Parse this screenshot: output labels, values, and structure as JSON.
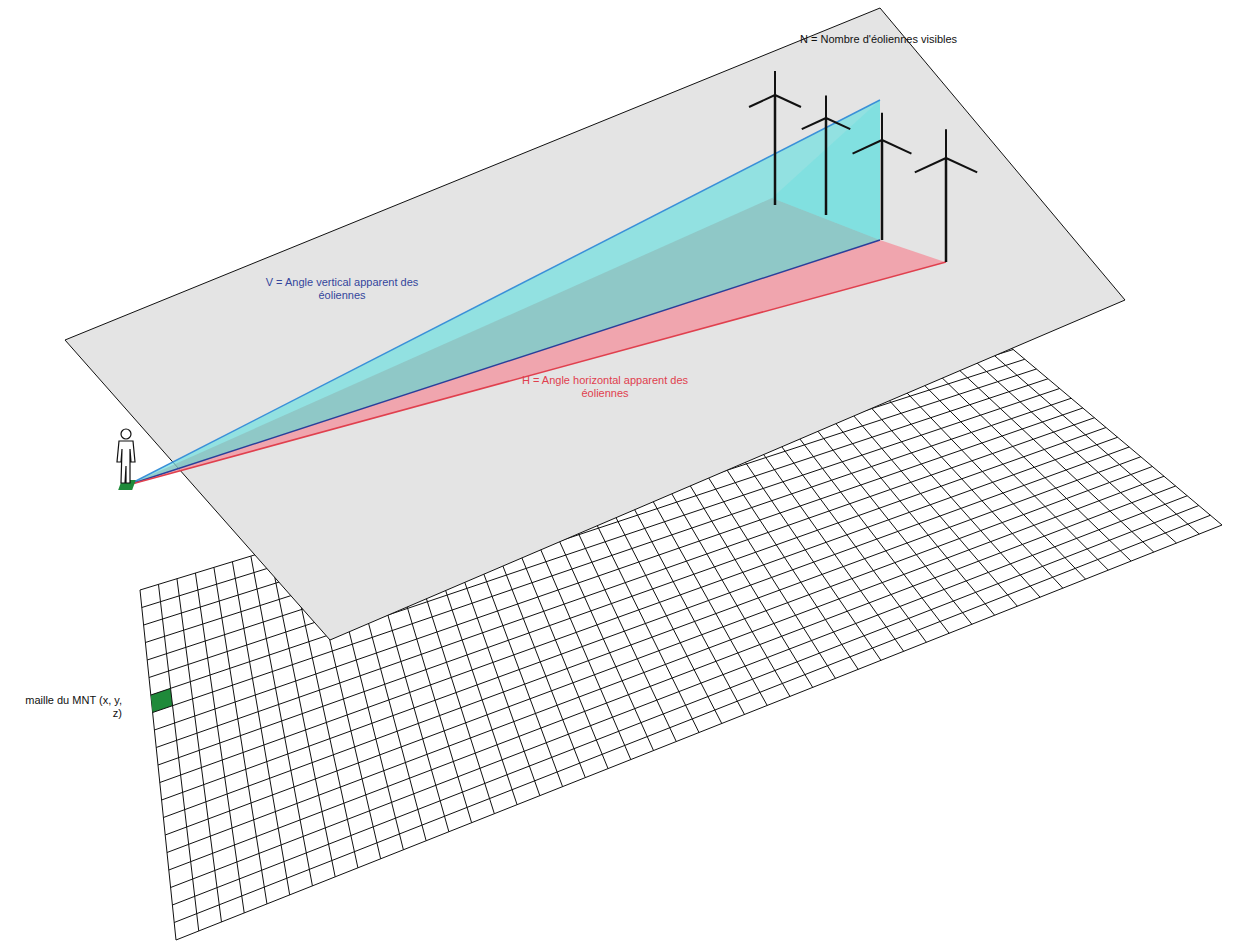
{
  "diagram": {
    "labels": [
      "N = Nombre d'éoliennes visibles",
      "V = Angle vertical apparent des éoliennes",
      "H = Angle horizontal apparent des éoliennes",
      "maille du MNT (x, y, z)"
    ]
  }
}
